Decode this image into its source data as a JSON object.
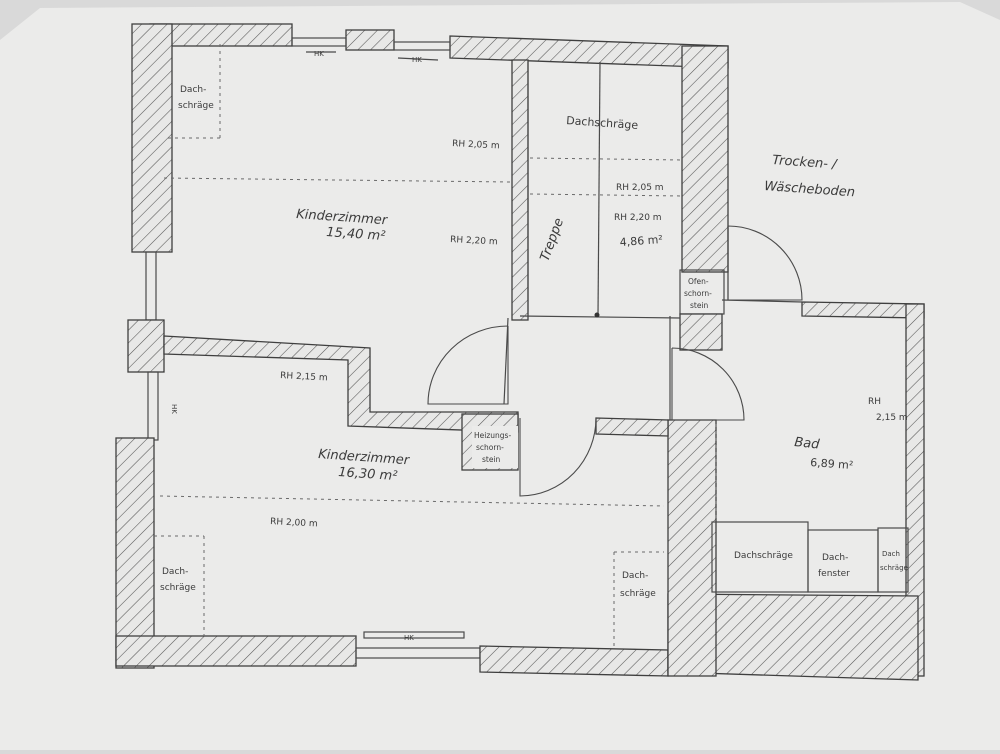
{
  "colors": {
    "paper": "#ebebea",
    "ink": "#3f3f3f",
    "background": "#d9d9d9"
  },
  "rooms": {
    "kinderzimmer_top": {
      "name": "Kinderzimmer",
      "area": "15,40 m²"
    },
    "kinderzimmer_bottom": {
      "name": "Kinderzimmer",
      "area": "16,30 m²"
    },
    "dachschraege_room": {
      "name": "Dachschräge",
      "area": "4,86 m²"
    },
    "bad": {
      "name": "Bad",
      "area": "6,89 m²"
    },
    "trocken": {
      "line1": "Trocken- /",
      "line2": "Wäscheboden"
    }
  },
  "labels": {
    "treppe": "Treppe",
    "dachschraege_tl_1": "Dach-",
    "dachschraege_tl_2": "schräge",
    "dachschraege_bl_1": "Dach-",
    "dachschraege_bl_2": "schräge",
    "dachschraege_bm_1": "Dach-",
    "dachschraege_bm_2": "schräge",
    "bad_dachschraege": "Dachschräge",
    "bad_dachfenster_1": "Dach-",
    "bad_dachfenster_2": "fenster",
    "bad_dachschraege_sm_1": "Dach",
    "bad_dachschraege_sm_2": "schräge",
    "ofen_1": "Ofen-",
    "ofen_2": "schorn-",
    "ofen_3": "stein",
    "heizung_1": "Heizungs-",
    "heizung_2": "schorn-",
    "heizung_3": "stein",
    "hk": "HK"
  },
  "heights": {
    "rh_top_1": "RH  2,05 m",
    "rh_top_2": "RH  2,20 m",
    "rh_mid_1": "RH  2,05 m",
    "rh_mid_2": "RH  2,20 m",
    "rh_bottom_1": "RH  2,15 m",
    "rh_bottom_2": "RH  2,00 m",
    "rh_bad_1": "RH",
    "rh_bad_2": "2,15 m"
  }
}
